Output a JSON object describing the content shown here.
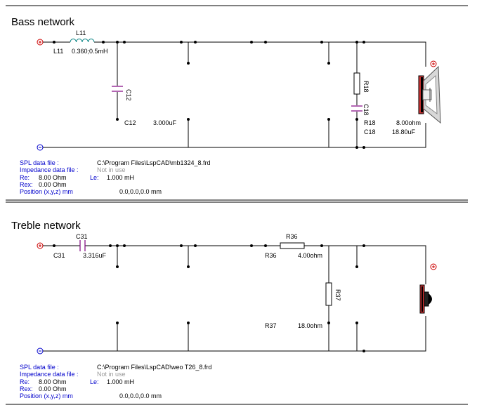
{
  "bass": {
    "title": "Bass network",
    "L11": {
      "name": "L11",
      "name2": "L11",
      "value": "0.360;0.5mH"
    },
    "C12": {
      "name": "C12",
      "name2": "C12",
      "value": "3.000uF"
    },
    "R18": {
      "name": "R18",
      "name2": "R18",
      "value": "8.00ohm"
    },
    "C18": {
      "name": "C18",
      "name2": "C18",
      "value": "18.80uF"
    },
    "info": {
      "spl_label": "SPL data file :",
      "spl_value": "C:\\Program Files\\LspCAD\\mb1324_8.frd",
      "imp_label": "Impedance data file :",
      "imp_value": "Not in use",
      "re_label": "Re:",
      "re_value": "8.00 Ohm",
      "le_label": "Le:",
      "le_value": "1.000 mH",
      "rex_label": "Rex:",
      "rex_value": "0.00 Ohm",
      "pos_label": "Position (x,y,z) mm",
      "pos_value": "0.0,0.0,0.0 mm"
    }
  },
  "treble": {
    "title": "Treble network",
    "C31": {
      "name": "C31",
      "name2": "C31",
      "value": "3.316uF"
    },
    "R36": {
      "name": "R36",
      "name2": "R36",
      "value": "4.00ohm"
    },
    "R37": {
      "name": "R37",
      "name2": "R37",
      "value": "18.0ohm"
    },
    "info": {
      "spl_label": "SPL data file :",
      "spl_value": "C:\\Program Files\\LspCAD\\weo T26_8.frd",
      "imp_label": "Impedance data file :",
      "imp_value": "Not in use",
      "re_label": "Re:",
      "re_value": "8.00 Ohm",
      "le_label": "Le:",
      "le_value": "1.000 mH",
      "rex_label": "Rex:",
      "rex_value": "0.00 Ohm",
      "pos_label": "Position (x,y,z) mm",
      "pos_value": "0.0,0.0,0.0 mm"
    }
  },
  "colors": {
    "plus": "#cc0000",
    "minus": "#0000cc",
    "capacitor": "#800080",
    "inductor": "#008080",
    "info_key": "#0000cc"
  }
}
